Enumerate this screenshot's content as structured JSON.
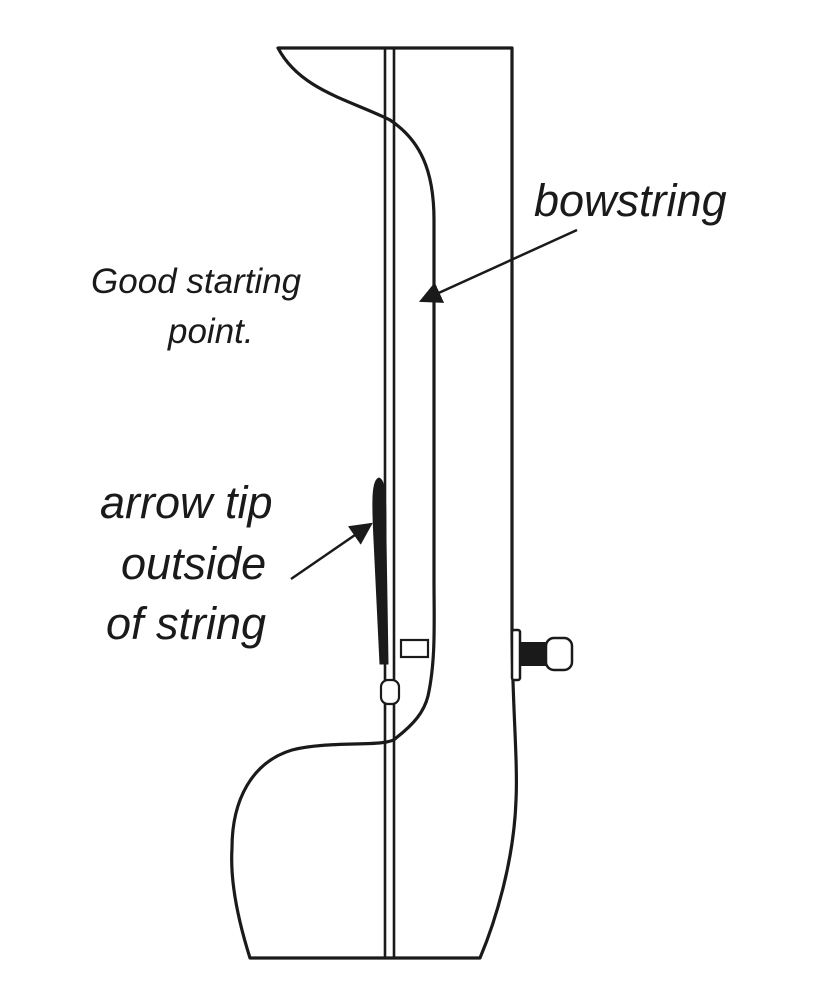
{
  "labels": {
    "bowstring": "bowstring",
    "good_start_line1": "Good starting",
    "good_start_line2": "point.",
    "arrow_tip_line1": "arrow tip",
    "arrow_tip_line2": "outside",
    "arrow_tip_line3": "of string"
  },
  "icons": {
    "bow_riser": "bow-riser-icon",
    "bowstring": "bowstring-line-icon",
    "arrow_tip": "arrow-tip-icon",
    "plunger": "plunger-icon"
  },
  "colors": {
    "line": "#1a1a1a",
    "background": "#ffffff"
  }
}
